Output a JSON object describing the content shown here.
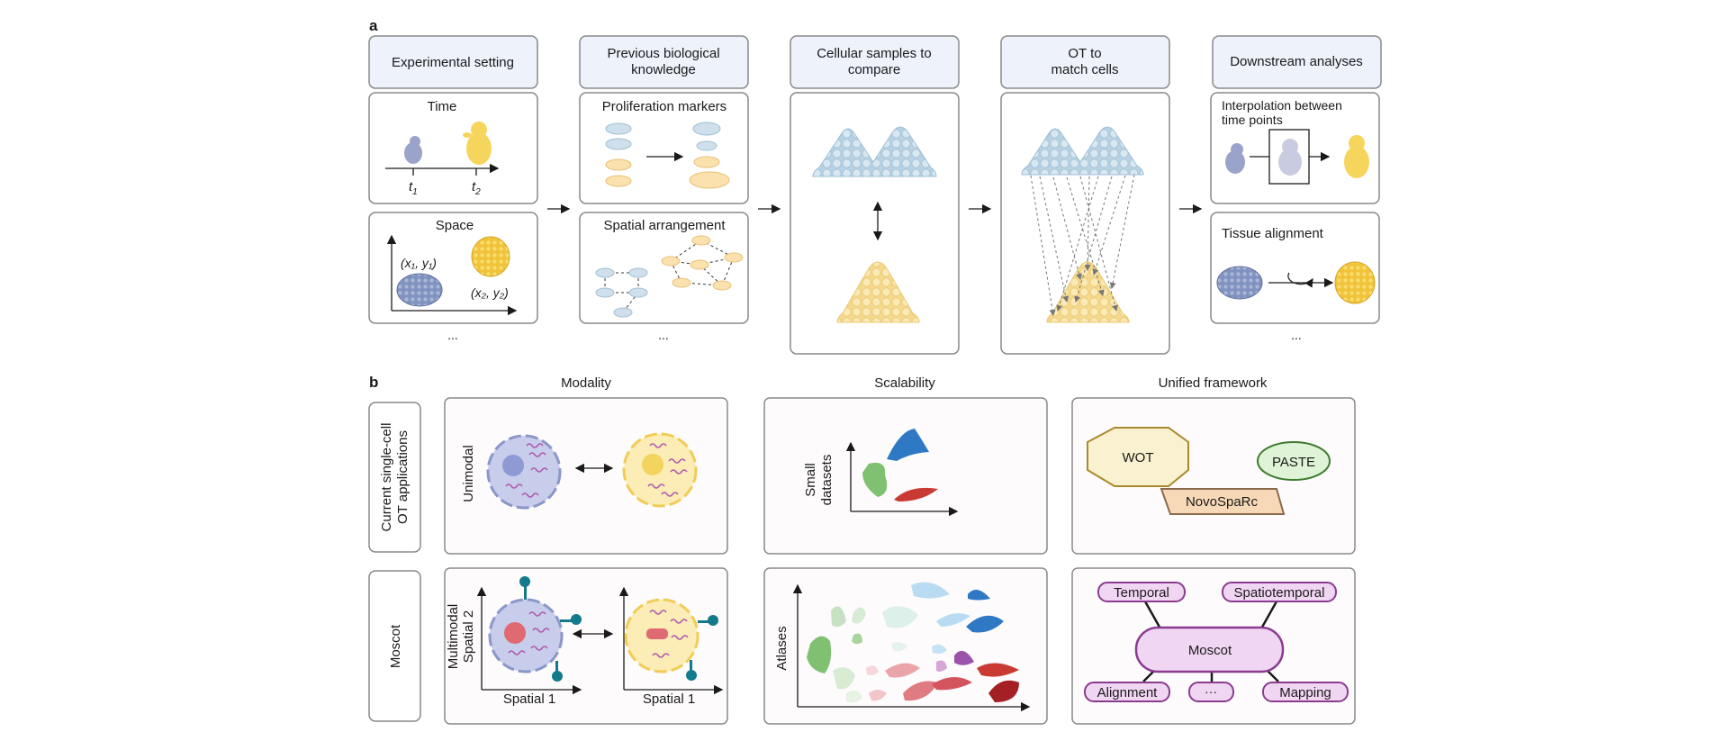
{
  "panel_a": {
    "label": "a",
    "stage_headers": [
      "Experimental setting",
      "Previous biological",
      "knowledge",
      "Cellular samples to",
      "compare",
      "OT to",
      "match cells",
      "Downstream analyses"
    ],
    "time_title": "Time",
    "t1": "t",
    "t1_sub": "1",
    "t2": "t",
    "t2_sub": "2",
    "space_title": "Space",
    "coord1": "(x₁, y₁)",
    "coord2": "(x₂, y₂)",
    "ellipsis": "...",
    "proliferation_title": "Proliferation markers",
    "spatial_title": "Spatial arrangement",
    "interp_line1": "Interpolation between",
    "interp_line2": "time points",
    "tissue_title": "Tissue alignment"
  },
  "panel_b": {
    "label": "b",
    "col_headers": [
      "Modality",
      "Scalability",
      "Unified framework"
    ],
    "row1_line1": "Current single-cell",
    "row1_line2": "OT applications",
    "row2": "Moscot",
    "unimodal": "Unimodal",
    "small_line1": "Small",
    "small_line2": "datasets",
    "wot": "WOT",
    "paste": "PASTE",
    "novosparc": "NovoSpaRc",
    "multimodal": "Multimodal",
    "spatial2": "Spatial 2",
    "spatial1_a": "Spatial 1",
    "spatial1_b": "Spatial 1",
    "atlases": "Atlases",
    "moscot_center": "Moscot",
    "temporal": "Temporal",
    "spatiotemporal": "Spatiotemporal",
    "alignment": "Alignment",
    "dots": "···",
    "mapping": "Mapping"
  },
  "colors": {
    "header_fill": "#eef2fb",
    "box_stroke": "#8a8a8a",
    "blue_cell": "#cfe0ec",
    "yellow_cell": "#fbe6a8",
    "purple_node": "#f1d6f3",
    "purple_stroke": "#8a3b8f"
  }
}
